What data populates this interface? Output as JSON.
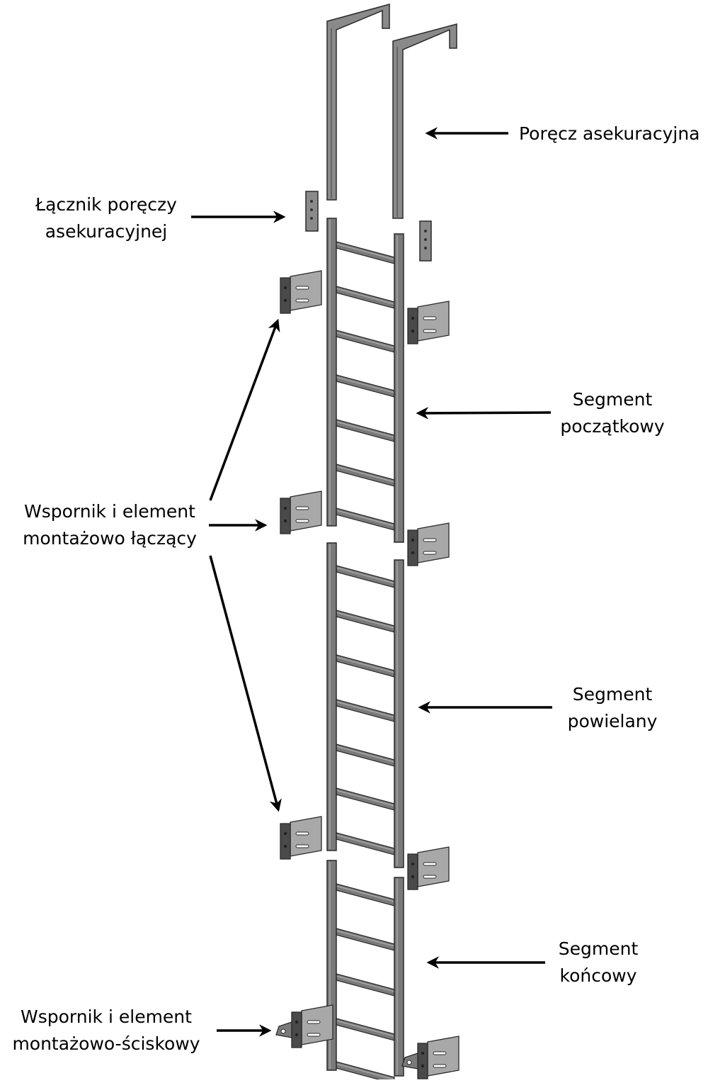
{
  "labels": {
    "handrail": "Poręcz asekuracyjna",
    "handrail_connector": {
      "line1": "Łącznik poręczy",
      "line2": "asekuracyjnej"
    },
    "start_segment": {
      "line1": "Segment",
      "line2": "początkowy"
    },
    "bracket_connecting": {
      "line1": "Wspornik i element",
      "line2": "montażowo łączący"
    },
    "repeat_segment": {
      "line1": "Segment",
      "line2": "powielany"
    },
    "end_segment": {
      "line1": "Segment",
      "line2": "końcowy"
    },
    "bracket_clamping": {
      "line1": "Wspornik i element",
      "line2": "montażowo-ściskowy"
    }
  },
  "colors": {
    "metal": "#7a7a7a",
    "metal_dark": "#4a4a4a",
    "metal_light": "#a8a8a8",
    "outline": "#2a2a2a",
    "arrow": "#000000"
  }
}
